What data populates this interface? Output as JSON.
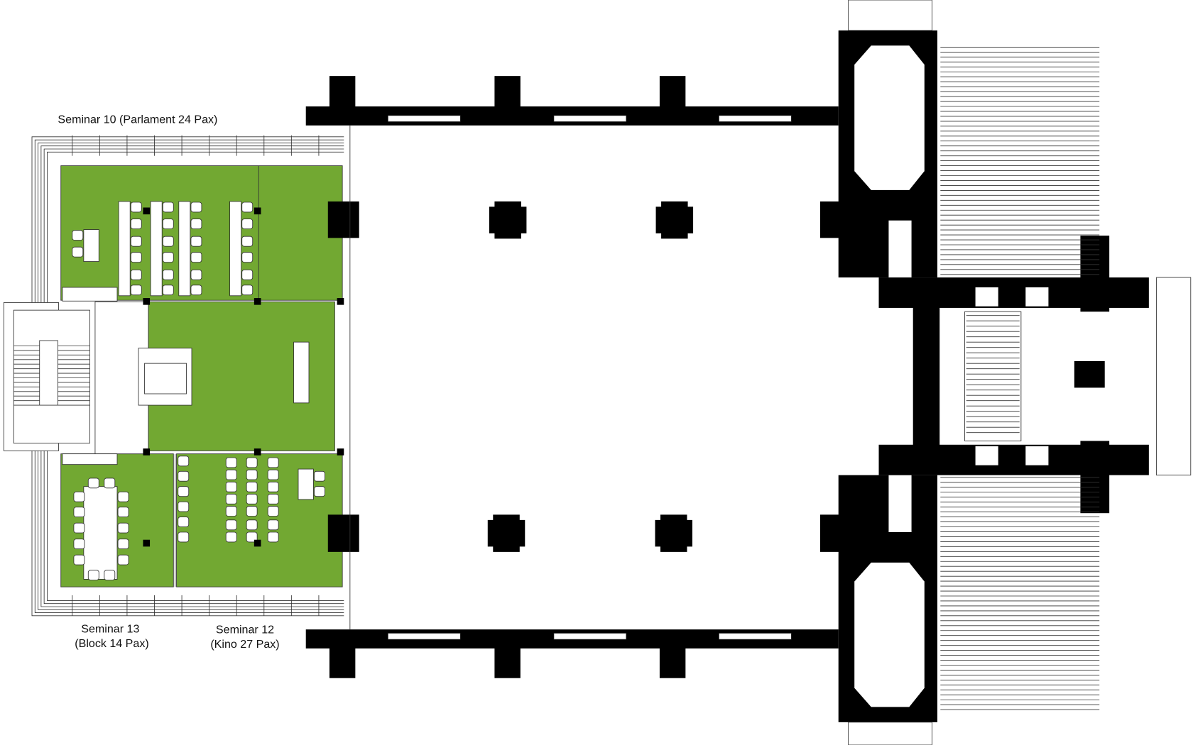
{
  "colors": {
    "room_fill": "#72a832",
    "wall": "#000000",
    "background": "#ffffff"
  },
  "rooms": [
    {
      "id": "seminar-10",
      "label": "Seminar 10 (Parlament 24 Pax)"
    },
    {
      "id": "seminar-13",
      "label_line1": "Seminar 13",
      "label_line2": "(Block 14 Pax)"
    },
    {
      "id": "seminar-12",
      "label_line1": "Seminar 12",
      "label_line2": "(Kino 27 Pax)"
    }
  ]
}
